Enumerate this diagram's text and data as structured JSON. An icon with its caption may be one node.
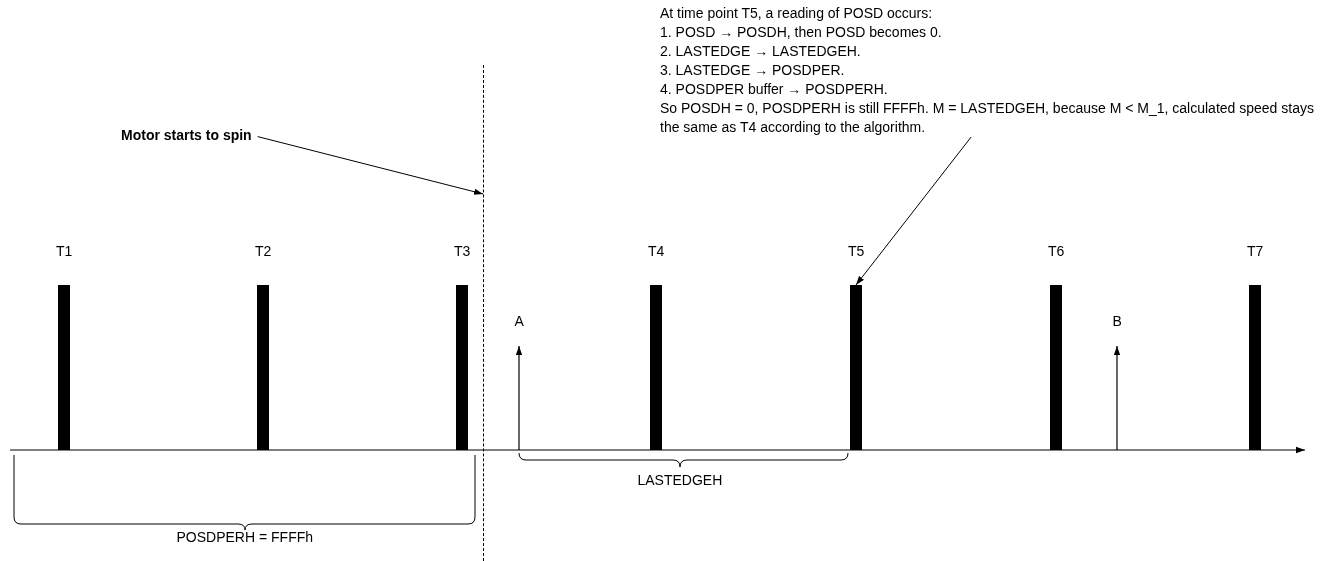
{
  "diagram": {
    "nodes": [
      {
        "text": [
          "Motor starts to spin"
        ]
      },
      {
        "text": [],
        "shape": "line"
      },
      {
        "text": [
          "At time point T5, a reading of POSD occurs:",
          "1. POSD → POSDH, then POSD becomes 0.",
          "2. LASTEDGE → LASTEDGEH.",
          "3. LASTEDGE → POSDPER.",
          "4. POSDPER buffer → POSDPERH.",
          "So POSDH = 0, POSDPERH is still FFFFh. M = LASTEDGEH, because M < M_1, calculated speed stays the same as T4 according to the algorithm."
        ]
      },
      {
        "text": [],
        "shape": "bar"
      }
    ],
    "edges": [
      {
        "from": 0,
        "to": 1,
        "arrow": "to"
      },
      {
        "from": 2,
        "to": 3,
        "arrow": "to"
      }
    ],
    "labels": [
      "T1",
      "T2",
      "T3",
      "T4",
      "T5",
      "T6",
      "T7",
      "A",
      "B",
      "LASTEDGEH",
      "POSDPERH = FFFFh"
    ]
  }
}
